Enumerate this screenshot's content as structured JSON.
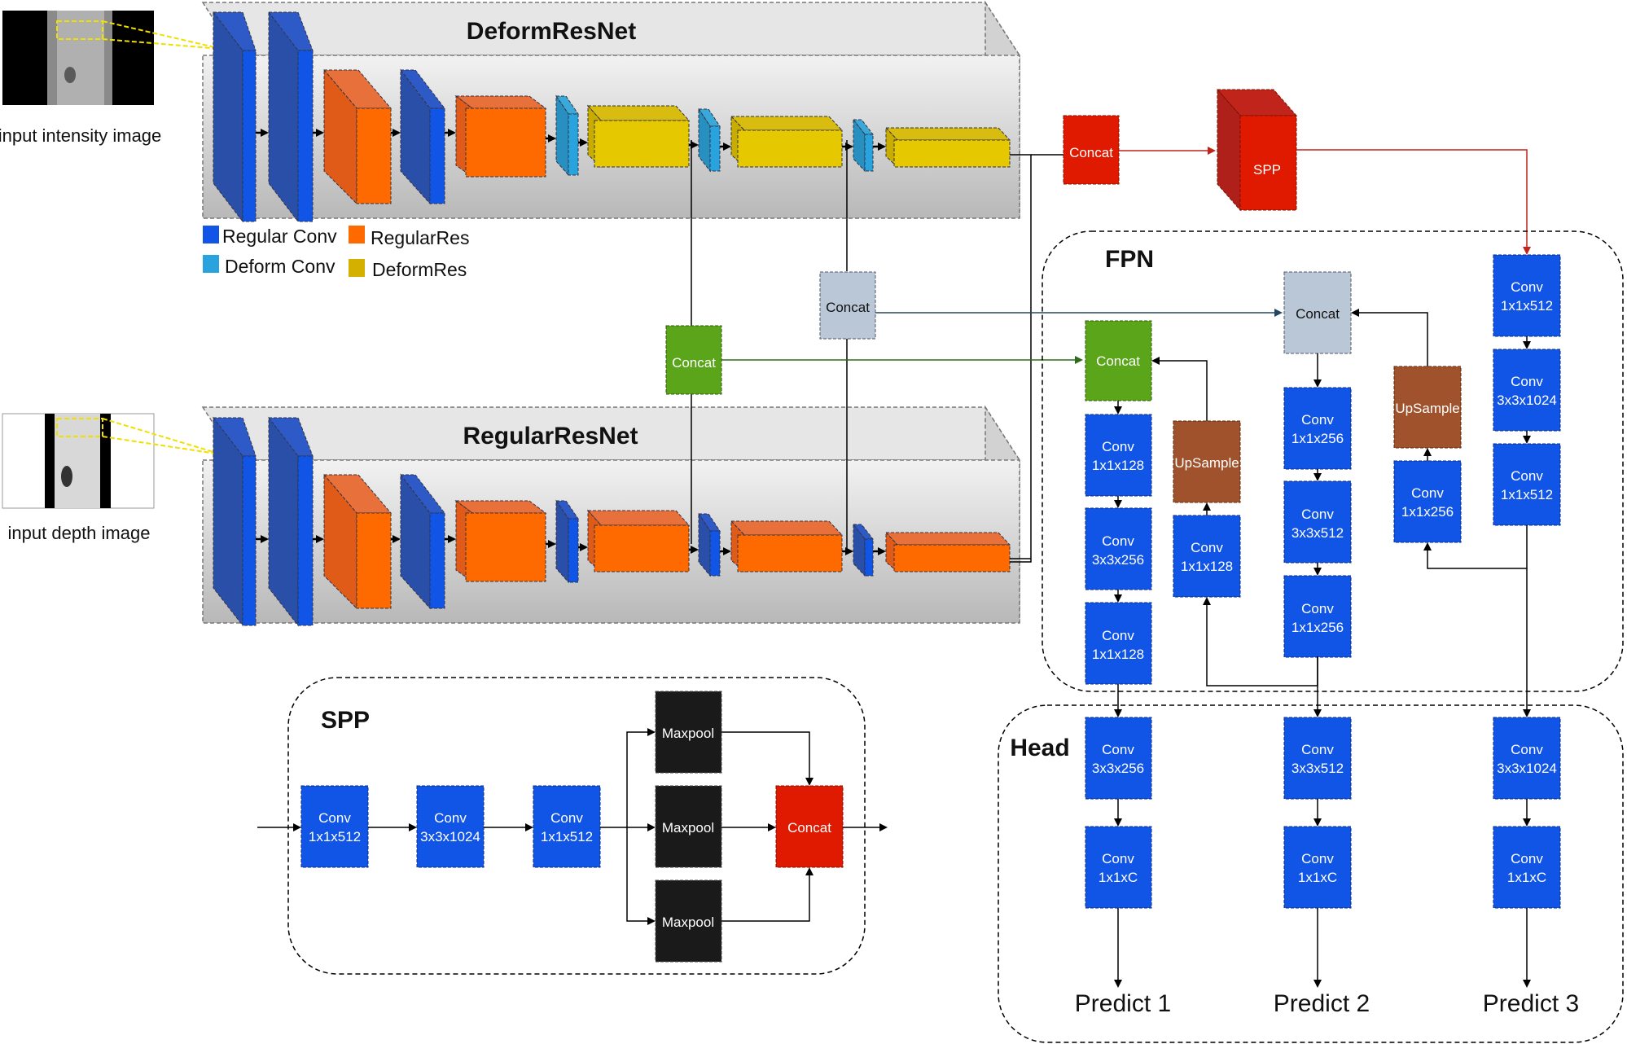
{
  "inputs": {
    "intensity_label": "input intensity image",
    "depth_label": "input depth image"
  },
  "backbones": {
    "deform_title": "DeformResNet",
    "regular_title": "RegularResNet"
  },
  "legend": {
    "regular_conv": "Regular Conv",
    "deform_conv": "Deform Conv",
    "regular_res": "RegularRes",
    "deform_res": "DeformRes"
  },
  "fusion": {
    "concat_top": "Concat",
    "concat_mid": "Concat",
    "concat_low": "Concat",
    "spp_big": "SPP"
  },
  "fpn": {
    "title": "FPN",
    "concat_left": "Concat",
    "concat_right": "Concat",
    "conv_l1_a": "Conv",
    "conv_l1_b": "1x1x128",
    "conv_l2_a": "Conv",
    "conv_l2_b": "3x3x256",
    "conv_l3_a": "Conv",
    "conv_l3_b": "1x1x128",
    "up_left": "UpSample",
    "conv_ul_a": "Conv",
    "conv_ul_b": "1x1x128",
    "conv_m1_a": "Conv",
    "conv_m1_b": "1x1x256",
    "conv_m2_a": "Conv",
    "conv_m2_b": "3x3x512",
    "conv_m3_a": "Conv",
    "conv_m3_b": "1x1x256",
    "up_right": "UpSample",
    "conv_ur_a": "Conv",
    "conv_ur_b": "1x1x256",
    "conv_r1_a": "Conv",
    "conv_r1_b": "1x1x512",
    "conv_r2_a": "Conv",
    "conv_r2_b": "3x3x1024",
    "conv_r3_a": "Conv",
    "conv_r3_b": "1x1x512"
  },
  "head": {
    "title": "Head",
    "h1_a": "Conv",
    "h1_b": "3x3x256",
    "h2_a": "Conv",
    "h2_b": "1x1xC",
    "h3_a": "Conv",
    "h3_b": "3x3x512",
    "h4_a": "Conv",
    "h4_b": "1x1xC",
    "h5_a": "Conv",
    "h5_b": "3x3x1024",
    "h6_a": "Conv",
    "h6_b": "1x1xC",
    "predict1": "Predict 1",
    "predict2": "Predict 2",
    "predict3": "Predict 3"
  },
  "spp_detail": {
    "title": "SPP",
    "c1_a": "Conv",
    "c1_b": "1x1x512",
    "c2_a": "Conv",
    "c2_b": "3x3x1024",
    "c3_a": "Conv",
    "c3_b": "1x1x512",
    "maxpool1": "Maxpool",
    "maxpool2": "Maxpool",
    "maxpool3": "Maxpool",
    "concat": "Concat"
  },
  "colors": {
    "conv_blue": "#1155e6",
    "deform_blue": "#29a3dd",
    "res_orange": "#ff6a00",
    "deform_yellow": "#e6c800",
    "concat_red": "#e01a00",
    "concat_green": "#5aa51a",
    "concat_gray": "#b9c7d6",
    "upsample_brown": "#a0522d",
    "maxpool_black": "#1a1a1a"
  }
}
